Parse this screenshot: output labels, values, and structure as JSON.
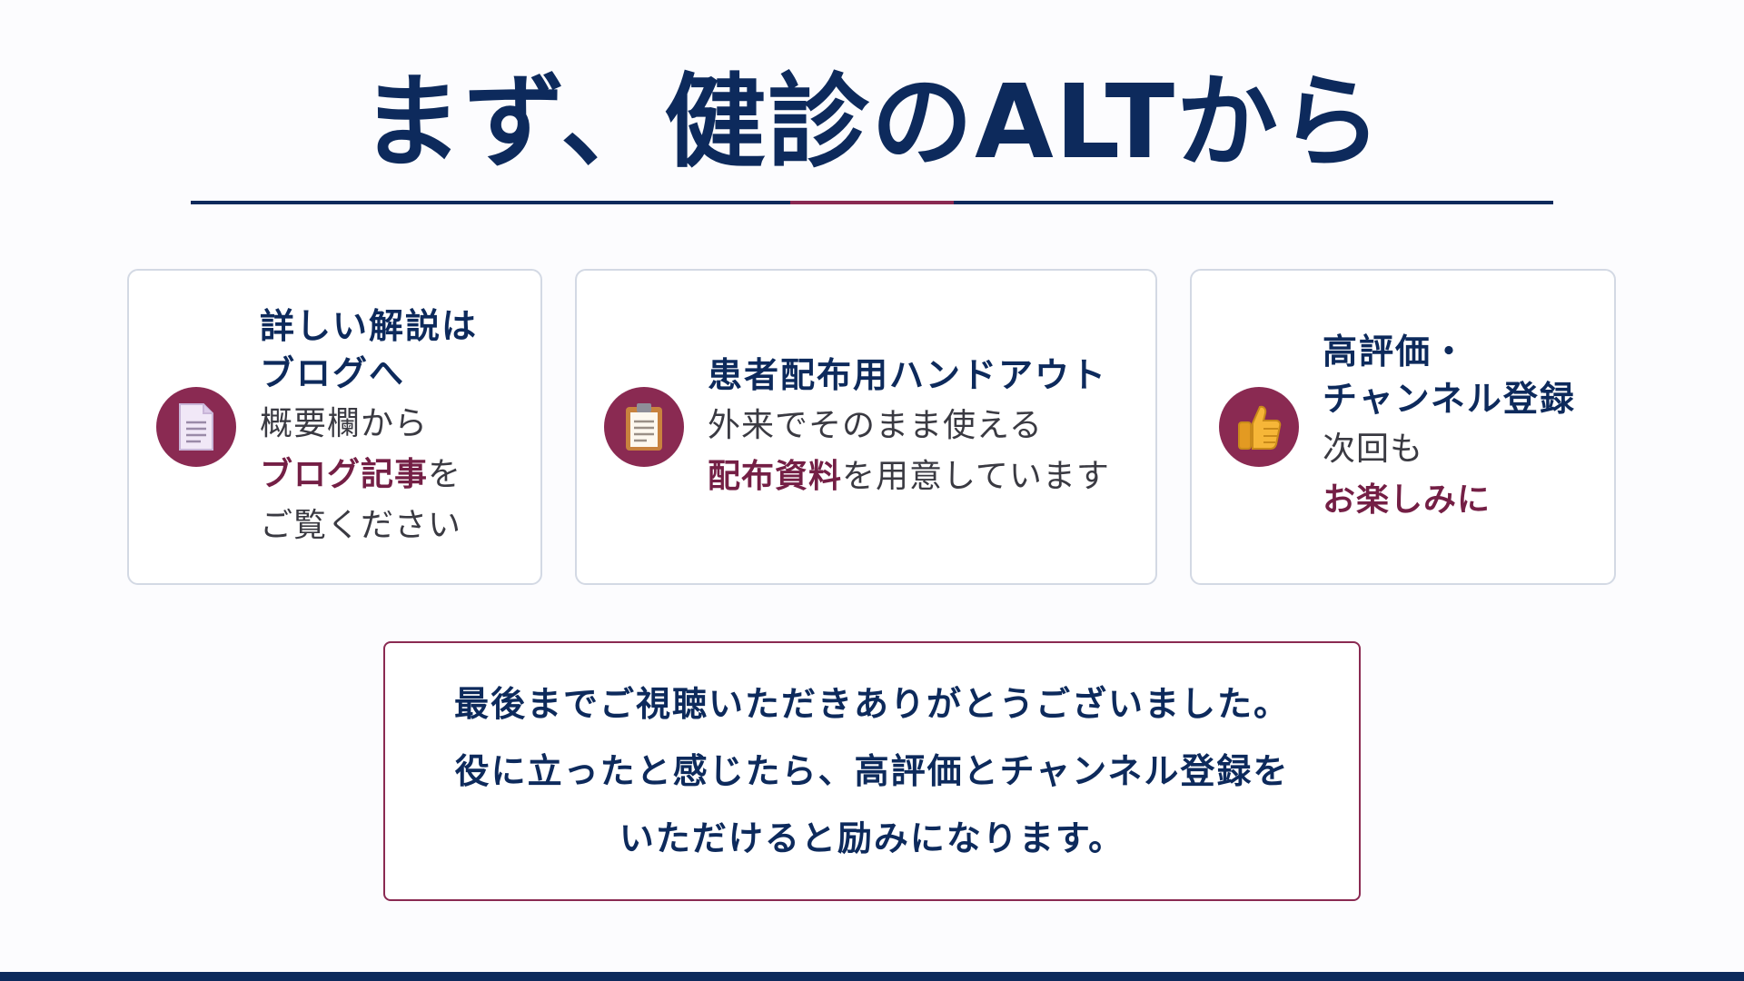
{
  "title": "まず、健診のALTから",
  "colors": {
    "navy": "#0d2a5c",
    "accent": "#8a2a52",
    "card_border": "#d3d9e4"
  },
  "cards": [
    {
      "icon": "document-icon",
      "heading_line1": "詳しい解説は",
      "heading_line2": "ブログへ",
      "body_line1": "概要欄から",
      "body_accent": "ブログ記事",
      "body_line2_rest": "を",
      "body_line3": "ご覧ください"
    },
    {
      "icon": "clipboard-icon",
      "heading": "患者配布用ハンドアウト",
      "body_line1": "外来でそのまま使える",
      "body_accent": "配布資料",
      "body_line2_rest": "を用意しています"
    },
    {
      "icon": "thumbs-up-icon",
      "heading_line1": "高評価・",
      "heading_line2": "チャンネル登録",
      "body_line1": "次回も",
      "body_accent": "お楽しみに"
    }
  ],
  "thanks": {
    "line1": "最後までご視聴いただきありがとうございました。",
    "line2": "役に立ったと感じたら、高評価とチャンネル登録を",
    "line3": "いただけると励みになります。"
  }
}
